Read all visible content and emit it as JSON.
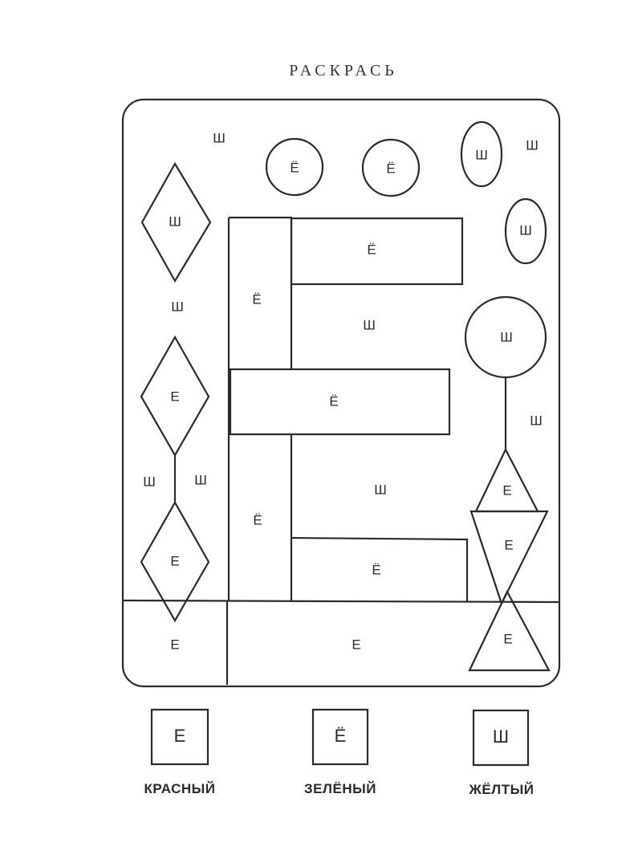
{
  "title": "РАСКРАСЬ",
  "letters": {
    "e": "Е",
    "yo": "Ё",
    "sh": "Ш"
  },
  "legend": [
    {
      "letter": "Е",
      "label": "КРАСНЫЙ",
      "color": "#e53935"
    },
    {
      "letter": "Ё",
      "label": "ЗЕЛЁНЫЙ",
      "color": "#43a047"
    },
    {
      "letter": "Ш",
      "label": "ЖЁЛТЫЙ",
      "color": "#fdd835"
    }
  ]
}
